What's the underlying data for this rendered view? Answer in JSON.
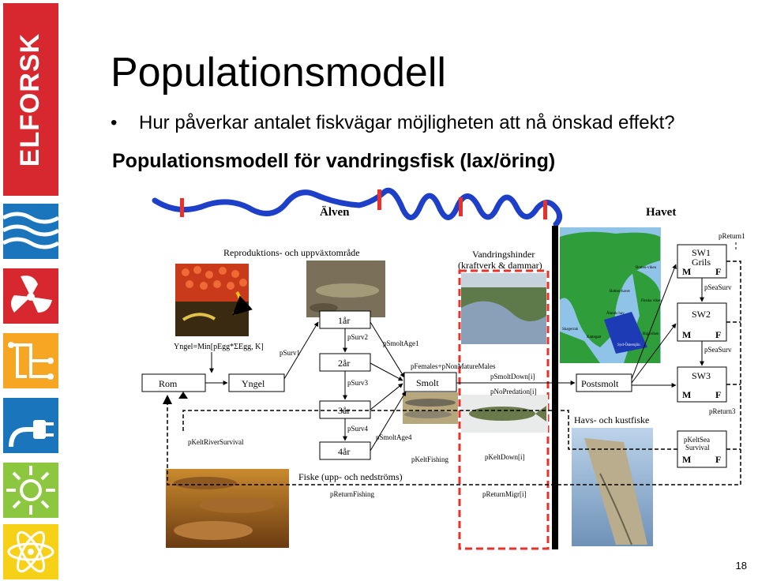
{
  "slide": {
    "title": "Populationsmodell",
    "bullet": "Hur påverkar antalet fiskvägar möjligheten att nå önskad effekt?",
    "subtitle": "Populationsmodell för vandringsfisk (lax/öring)",
    "page_number": "18"
  },
  "sidebar": {
    "logo_text": "ELFORSK",
    "colors": {
      "logo": "#d7282f",
      "wave": "#1b75bc",
      "fan": "#d7282f",
      "circuit": "#f6a623",
      "plug": "#1b75bc",
      "sun": "#8dc63f",
      "atom": "#f7d117"
    },
    "icons": [
      "waves-icon",
      "fan-icon",
      "circuit-icon",
      "plug-icon",
      "sun-icon",
      "atom-icon"
    ]
  },
  "diagram": {
    "river_label": "Älven",
    "sea_label": "Havet",
    "reproduction_header": "Reproduktions- och uppväxtområde",
    "barrier_header_1": "Vandringshinder",
    "barrier_header_2": "(kraftverk & dammar)",
    "coastal_header": "Havs- och kustfiske",
    "fishing_label": "Fiske (upp- och nedströms)",
    "egg_formula": "Yngel=Min[pEgg*ΣEgg, K]",
    "boxes": {
      "rom": "Rom",
      "yngel": "Yngel",
      "ar1": "1år",
      "ar2": "2år",
      "ar3": "3år",
      "ar4": "4år",
      "smolt": "Smolt",
      "postsmolt": "Postsmolt",
      "sw1": "SW1",
      "grils": "Grils",
      "sw2": "SW2",
      "sw3": "SW3",
      "kelt1": "pKeltSea",
      "kelt2": "Survival",
      "m": "M",
      "f": "F"
    },
    "params": {
      "psurv1": "pSurv1",
      "psurv2": "pSurv2",
      "psurv3": "pSurv3",
      "psurv4": "pSurv4",
      "psmoltage1": "pSmoltAge1",
      "psmoltage4": "pSmoltAge4",
      "pfemales": "pFemales+pNonMatureMales",
      "psmoltdown": "pSmoltDown[i]",
      "pnopredation": "pNoPredation[i]",
      "pkeltdown": "pKeltDown[i]",
      "pkeltfishing": "pKeltFishing",
      "pkeltriver": "pKeltRiverSurvival",
      "preturnfishing": "pReturnFishing",
      "preturnmigr": "pReturnMigr[i]",
      "preturn1": "pReturn1",
      "preturn3": "pReturn3",
      "pseasurv_a": "pSeaSurv",
      "pseasurv_b": "pSeaSurv"
    },
    "map_labels": {
      "bottenviken": "Botten-viken",
      "bottenhavet": "Botten-havet",
      "finska": "Finska viken",
      "skagerrak": "Skagerrak",
      "kattegatt": "Kattegatt",
      "sydbaltikum": "Syd-Östersjön",
      "alandshav": "Ålands hav",
      "rigaviken": "Rigaviken"
    }
  }
}
